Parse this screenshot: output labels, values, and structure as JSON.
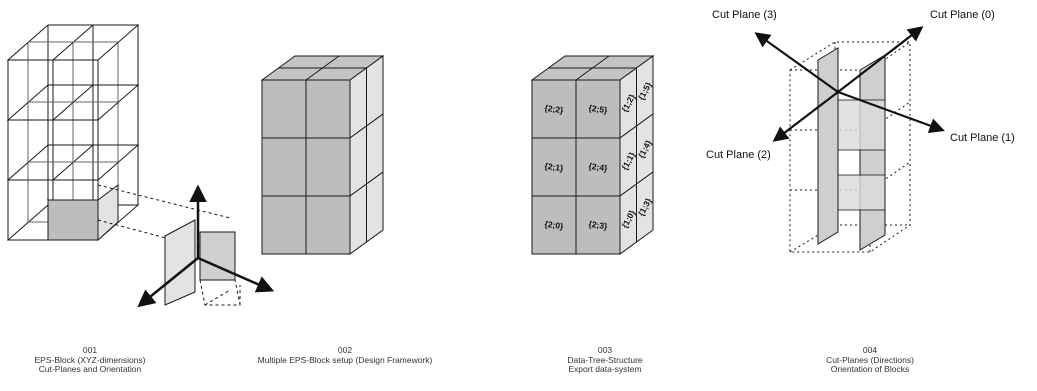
{
  "colors": {
    "face_front": "#bdbdbd",
    "face_side": "#e3e3e3",
    "face_top": "#c4c4c4",
    "plane_fill": "#cfcfcf",
    "stroke": "#1a1a1a"
  },
  "panels": [
    {
      "number": "001",
      "line1": "EPS-Block (XYZ-dimensions)",
      "line2": "Cut-Planes and Orientation"
    },
    {
      "number": "002",
      "line1": "Multiple EPS-Block setup (Design Framework)",
      "line2": ""
    },
    {
      "number": "003",
      "line1": "Data-Tree-Structure",
      "line2": "Export data-system"
    },
    {
      "number": "004",
      "line1": "Cut-Planes (Directions)",
      "line2": "Orientation of Blocks"
    }
  ],
  "tree_labels": {
    "front": [
      "{2;2}",
      "{2;5}",
      "{2;1}",
      "{2;4}",
      "{2;0}",
      "{2;3}"
    ],
    "side": [
      "{1;2}",
      "{1;5}",
      "{1;1}",
      "{1;4}",
      "{1;0}",
      "{1;3}"
    ]
  },
  "cut_planes": [
    "Cut Plane (0)",
    "Cut Plane (1)",
    "Cut Plane (2)",
    "Cut Plane (3)"
  ]
}
